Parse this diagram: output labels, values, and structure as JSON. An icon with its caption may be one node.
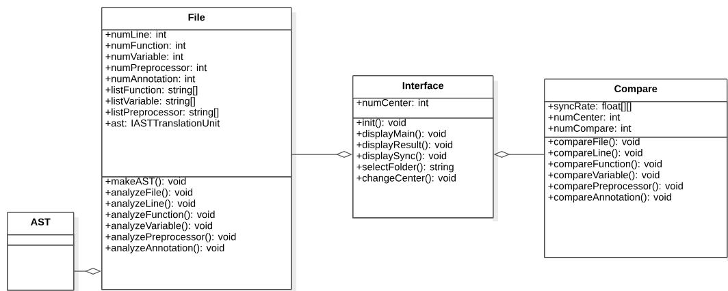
{
  "diagram": {
    "nodes": [
      {
        "text": [
          "File"
        ]
      },
      {
        "text": [
          "+numLine: int",
          "+numFunction: int",
          "+numVariable: int",
          "+numPreprocessor: int",
          "+numAnnotation: int",
          "+listFunction: string[]",
          "+listVariable: string[]",
          "+listPreprocessor: string[]",
          "+ast: IASTTranslationUnit"
        ],
        "in": 0
      },
      {
        "text": [
          "+makeAST(): void",
          "+analyzeFile(): void",
          "+analyzeLine(): void",
          "+analyzeFunction(): void",
          "+analyzeVariable(): void",
          "+analyzePreprocessor(): void",
          "+analyzeAnnotation(): void"
        ],
        "in": 0
      },
      {
        "text": [
          "Interface"
        ]
      },
      {
        "text": [
          "+numCenter: int"
        ],
        "in": 3
      },
      {
        "text": [
          "+init(): void",
          "+displayMain(): void",
          "+displayResult(): void",
          "+displaySync(): void",
          "+selectFolder(): string",
          "+changeCenter(): void"
        ],
        "in": 3
      },
      {
        "text": [
          "Compare"
        ]
      },
      {
        "text": [
          "+syncRate: float[][]",
          "+numCenter: int",
          "+numCompare: int"
        ],
        "in": 6
      },
      {
        "text": [
          "+compareFile(): void",
          "+compareLine(): void",
          "+compareFunction(): void",
          "+compareVariable(): void",
          "+comparePreprocessor(): void",
          "+compareAnnotation(): void"
        ],
        "in": 6
      },
      {
        "text": [
          "AST"
        ]
      },
      {
        "text": [],
        "shape": "box",
        "in": 9
      },
      {
        "text": [],
        "shape": "box",
        "in": 9
      }
    ],
    "edges": [
      {
        "from": 9,
        "to": 0,
        "arrow": "other"
      },
      {
        "from": 0,
        "to": 3,
        "arrow": "other"
      },
      {
        "from": 6,
        "to": 3,
        "arrow": "other"
      }
    ]
  }
}
